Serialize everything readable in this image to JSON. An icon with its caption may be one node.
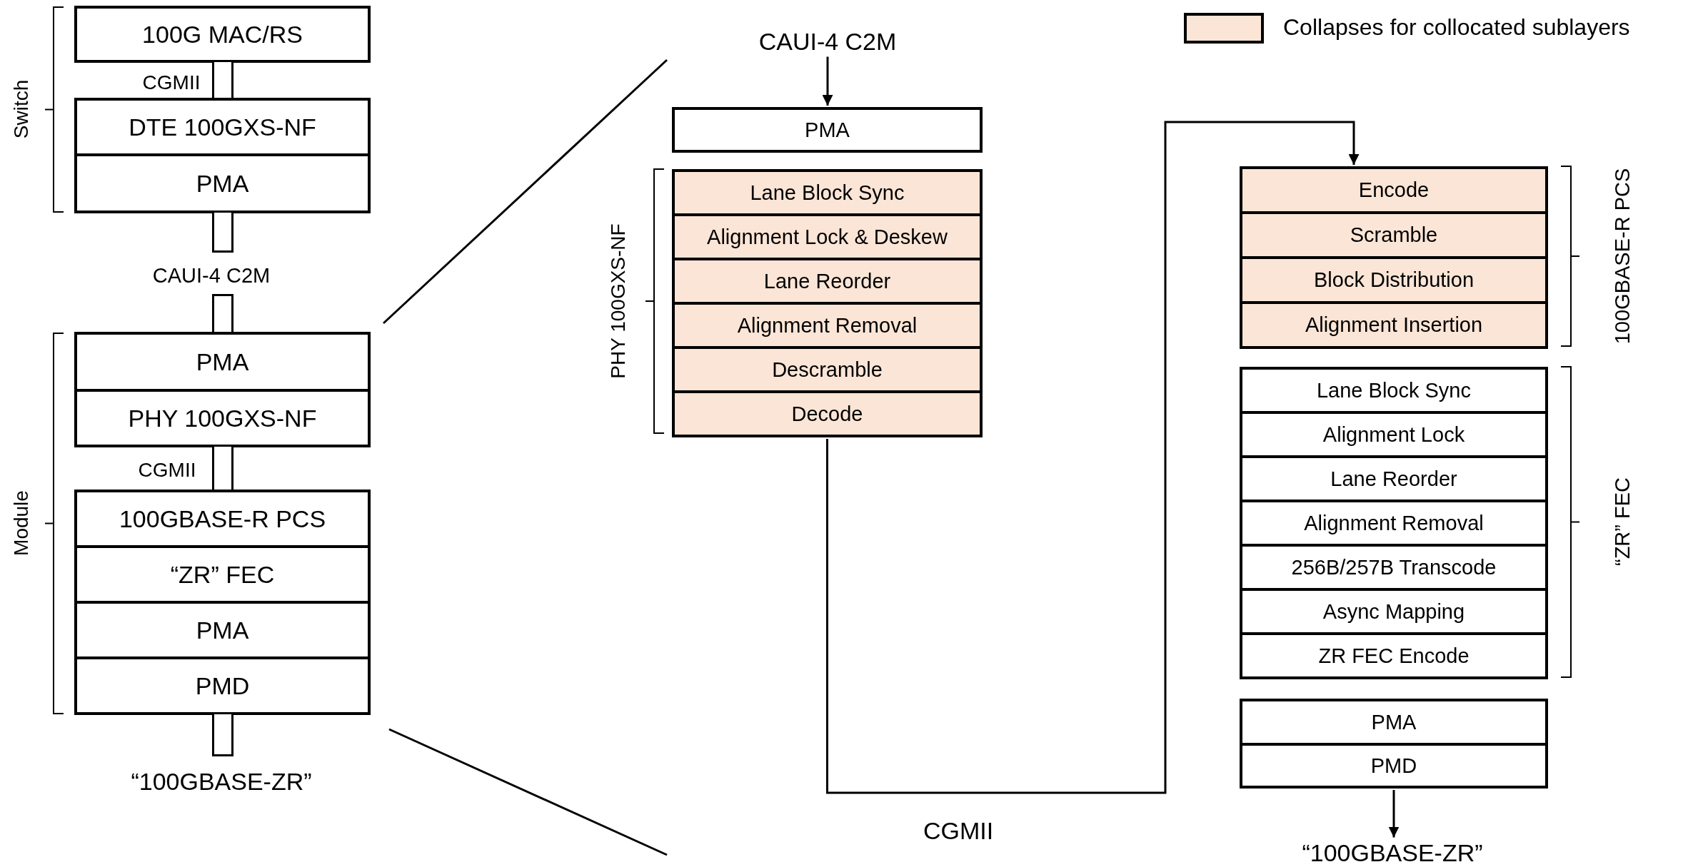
{
  "diagram": {
    "nodes": [
      {
        "text": [
          "100G MAC/RS"
        ]
      },
      {
        "text": [],
        "shape": "bar",
        "beside": [
          "CGMII"
        ]
      },
      {
        "text": [
          "DTE 100GXS-NF"
        ]
      },
      {
        "text": [
          "PMA"
        ]
      },
      {
        "text": [],
        "shape": "bar"
      },
      {
        "text": [],
        "shape": "bar"
      },
      {
        "text": [
          "PMA"
        ]
      },
      {
        "text": [
          "PHY 100GXS-NF"
        ]
      },
      {
        "text": [],
        "shape": "bar",
        "beside": [
          "CGMII"
        ]
      },
      {
        "text": [
          "100GBASE-R PCS"
        ]
      },
      {
        "text": [
          "“ZR” FEC"
        ]
      },
      {
        "text": [
          "PMA"
        ]
      },
      {
        "text": [
          "PMD"
        ]
      },
      {
        "text": [],
        "shape": "bar"
      },
      {
        "text": [
          "CAUI-4 C2M"
        ]
      },
      {
        "text": [
          "PMA"
        ]
      },
      {
        "text": [
          "Lane Block Sync"
        ]
      },
      {
        "text": [
          "Alignment Lock & Deskew"
        ]
      },
      {
        "text": [
          "Lane Reorder"
        ]
      },
      {
        "text": [
          "Alignment Removal"
        ]
      },
      {
        "text": [
          "Descramble"
        ]
      },
      {
        "text": [
          "Decode"
        ]
      },
      {
        "text": [
          "Encode"
        ]
      },
      {
        "text": [
          "Scramble"
        ]
      },
      {
        "text": [
          "Block Distribution"
        ]
      },
      {
        "text": [
          "Alignment Insertion"
        ]
      },
      {
        "text": [
          "Lane Block Sync"
        ]
      },
      {
        "text": [
          "Alignment Lock"
        ]
      },
      {
        "text": [
          "Lane Reorder"
        ]
      },
      {
        "text": [
          "Alignment Removal"
        ]
      },
      {
        "text": [
          "256B/257B Transcode"
        ]
      },
      {
        "text": [
          "Async Mapping"
        ]
      },
      {
        "text": [
          "ZR FEC Encode"
        ]
      },
      {
        "text": [
          "PMA"
        ]
      },
      {
        "text": [
          "PMD"
        ]
      },
      {
        "text": [
          "“100GBASE-ZR”"
        ]
      }
    ],
    "edges": [
      {
        "from": 14,
        "to": 15,
        "arrow": "to"
      },
      {
        "from": 21,
        "to": 22,
        "arrow": "to",
        "label": "CGMII"
      },
      {
        "from": 34,
        "to": 35,
        "arrow": "to"
      }
    ],
    "labels": [
      "Switch",
      "CAUI-4 C2M",
      "Module",
      "“100GBASE-ZR”",
      "PHY 100GXS-NF",
      "100GBASE-R PCS",
      "“ZR” FEC"
    ],
    "legend": [
      {
        "text": "Collapses for collocated sublayers",
        "color": "#fbe5d6"
      }
    ]
  }
}
